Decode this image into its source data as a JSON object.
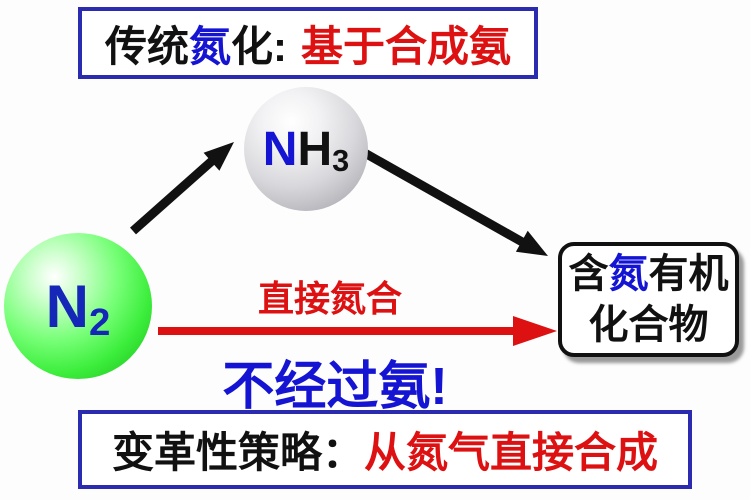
{
  "colors": {
    "box_border_blue": "#2b2bb0",
    "text_black": "#111111",
    "text_blue": "#1414d2",
    "text_red": "#dd1111",
    "molecule_blue": "#1527b8",
    "arrow_black": "#111111",
    "arrow_red": "#dd1111",
    "n2_sphere_green": "#3dee3d",
    "nh3_sphere_gray": "#c9c9cf"
  },
  "top_box": {
    "segments": [
      {
        "text": "传统",
        "color": "black"
      },
      {
        "text": "氮",
        "color": "blue"
      },
      {
        "text": "化:",
        "color": "black"
      },
      {
        "text": "基于合成氨",
        "color": "red"
      }
    ]
  },
  "n2_sphere": {
    "symbol": "N",
    "subscript": "2"
  },
  "nh3_sphere": {
    "symbol_n": "N",
    "symbol_h": "H",
    "subscript": "3"
  },
  "direct_path": {
    "label_top": "直接氮合",
    "label_bottom": "不经过氨!"
  },
  "product_box": {
    "line1_segments": [
      {
        "text": "含",
        "color": "black"
      },
      {
        "text": "氮",
        "color": "blue"
      },
      {
        "text": "有机",
        "color": "black"
      }
    ],
    "line2": "化合物"
  },
  "bottom_box": {
    "segments": [
      {
        "text": "变革性策略：",
        "color": "black"
      },
      {
        "text": "从氮气直接合成",
        "color": "red"
      }
    ]
  }
}
